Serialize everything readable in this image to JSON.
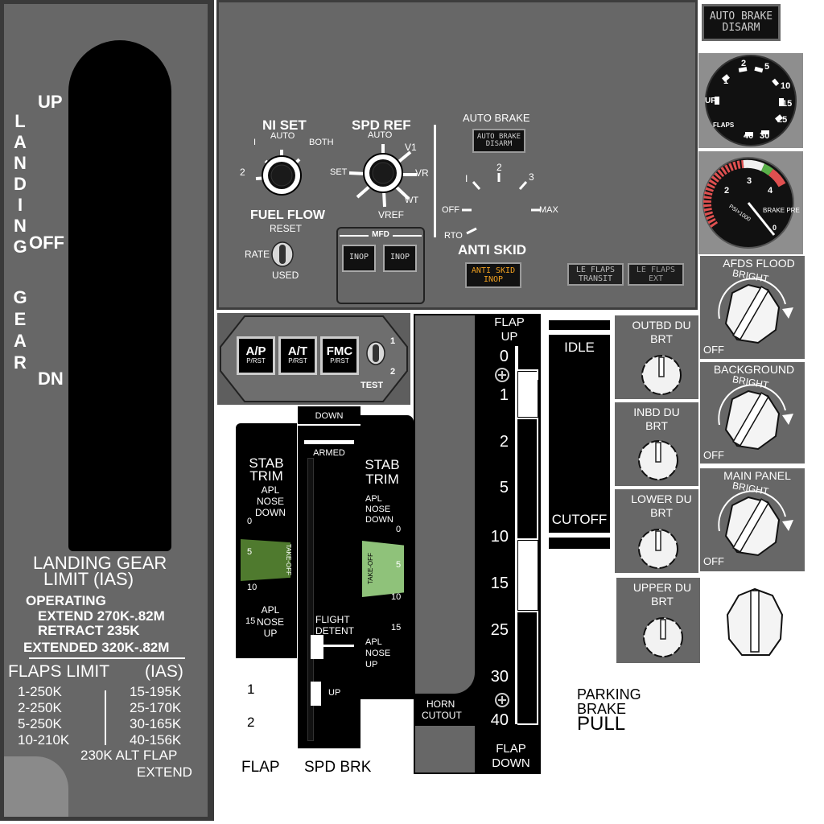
{
  "gear_panel": {
    "up": "UP",
    "off": "OFF",
    "dn": "DN",
    "vertical_landing": [
      "L",
      "A",
      "N",
      "D",
      "I",
      "N",
      "G"
    ],
    "vertical_gear": [
      "G",
      "E",
      "A",
      "R"
    ],
    "limit_title_1": "LANDING GEAR",
    "limit_title_2": "LIMIT (IAS)",
    "operating": "OPERATING",
    "extend": "EXTEND 270K-.82M",
    "retract": "RETRACT 235K",
    "extended": "EXTENDED 320K-.82M",
    "flaps_title_1": "FLAPS LIMIT",
    "flaps_title_2": "(IAS)",
    "flaps_left": [
      "1-250K",
      "2-250K",
      "5-250K",
      "10-210K"
    ],
    "flaps_right": [
      "15-195K",
      "25-170K",
      "30-165K",
      "40-156K"
    ],
    "alt_1": "230K ALT FLAP",
    "alt_2": "EXTEND"
  },
  "center_panel": {
    "n1_set": "NI SET",
    "n1_auto": "AUTO",
    "n1_1": "I",
    "n1_both": "BOTH",
    "n1_2": "2",
    "spd_ref": "SPD REF",
    "spd_auto": "AUTO",
    "spd_v1": "V1",
    "spd_set": "SET",
    "spd_vr": "VR",
    "spd_wt": "WT",
    "spd_vref": "VREF",
    "fuel_flow": "FUEL FLOW",
    "reset": "RESET",
    "rate": "RATE",
    "used": "USED",
    "mfd": "MFD",
    "inop_1": "INOP",
    "inop_2": "INOP",
    "auto_brake": "AUTO BRAKE",
    "auto_brake_disarm": "AUTO BRAKE DISARM",
    "ab_1": "I",
    "ab_2": "2",
    "ab_3": "3",
    "ab_off": "OFF",
    "ab_max": "MAX",
    "ab_rto": "RTO",
    "anti_skid": "ANTI SKID",
    "anti_skid_inop": "ANTI SKID INOP",
    "le_flaps_transit": "LE FLAPS TRANSIT",
    "le_flaps_ext": "LE FLAPS EXT"
  },
  "right_top": {
    "auto_brake_disarm": "AUTO BRAKE DISARM",
    "flaps_label": "FLAPS",
    "flap_marks": [
      "1",
      "2",
      "5",
      "10",
      "15",
      "25",
      "30",
      "40"
    ],
    "flap_up": "UP",
    "brake_press": "BRAKE PRESS",
    "psi": "PSI×1000",
    "bp_2": "2",
    "bp_3": "3",
    "bp_4": "4",
    "bp_0": "0"
  },
  "afds": {
    "ap": "A/P",
    "at": "A/T",
    "fmc": "FMC",
    "prst": "P/RST",
    "one": "1",
    "two": "2",
    "test": "TEST"
  },
  "stab_trim": {
    "stab": "STAB",
    "trim": "TRIM",
    "apl": "APL",
    "nose": "NOSE",
    "down": "DOWN",
    "up": "UP",
    "takeoff": "TAKE-OFF",
    "t0": "0",
    "t5": "5",
    "t10": "10",
    "t15": "15",
    "bottom_1": "1",
    "bottom_2": "2",
    "flap": "FLAP"
  },
  "speed_brake": {
    "down": "DOWN",
    "armed": "ARMED",
    "flight": "FLIGHT",
    "detent": "DETENT",
    "up": "UP",
    "label": "SPD BRK"
  },
  "flap_lever": {
    "flap_up_1": "FLAP",
    "flap_up_2": "UP",
    "marks": [
      "0",
      "1",
      "2",
      "5",
      "10",
      "15",
      "25",
      "30",
      "40"
    ],
    "flap_down_1": "FLAP",
    "flap_down_2": "DOWN",
    "horn_1": "HORN",
    "horn_2": "CUTOUT"
  },
  "fuel_cutoff": {
    "idle": "IDLE",
    "cutoff": "CUTOFF"
  },
  "parking_brake": {
    "l1": "PARKING",
    "l2": "BRAKE",
    "l3": "PULL"
  },
  "du_knobs": {
    "outbd_1": "OUTBD DU",
    "outbd_2": "BRT",
    "inbd_1": "INBD DU",
    "inbd_2": "BRT",
    "lower_1": "LOWER DU",
    "lower_2": "BRT",
    "upper_1": "UPPER DU",
    "upper_2": "BRT"
  },
  "flood_knobs": {
    "afds_flood": "AFDS FLOOD",
    "background": "BACKGROUND",
    "main_panel": "MAIN PANEL",
    "bright": "BRIGHT",
    "off": "OFF"
  },
  "colors": {
    "panel": "#676767",
    "trim_green_dark": "#4f7a2e",
    "trim_green_light": "#8fc27a",
    "amber": "#f0a020"
  }
}
